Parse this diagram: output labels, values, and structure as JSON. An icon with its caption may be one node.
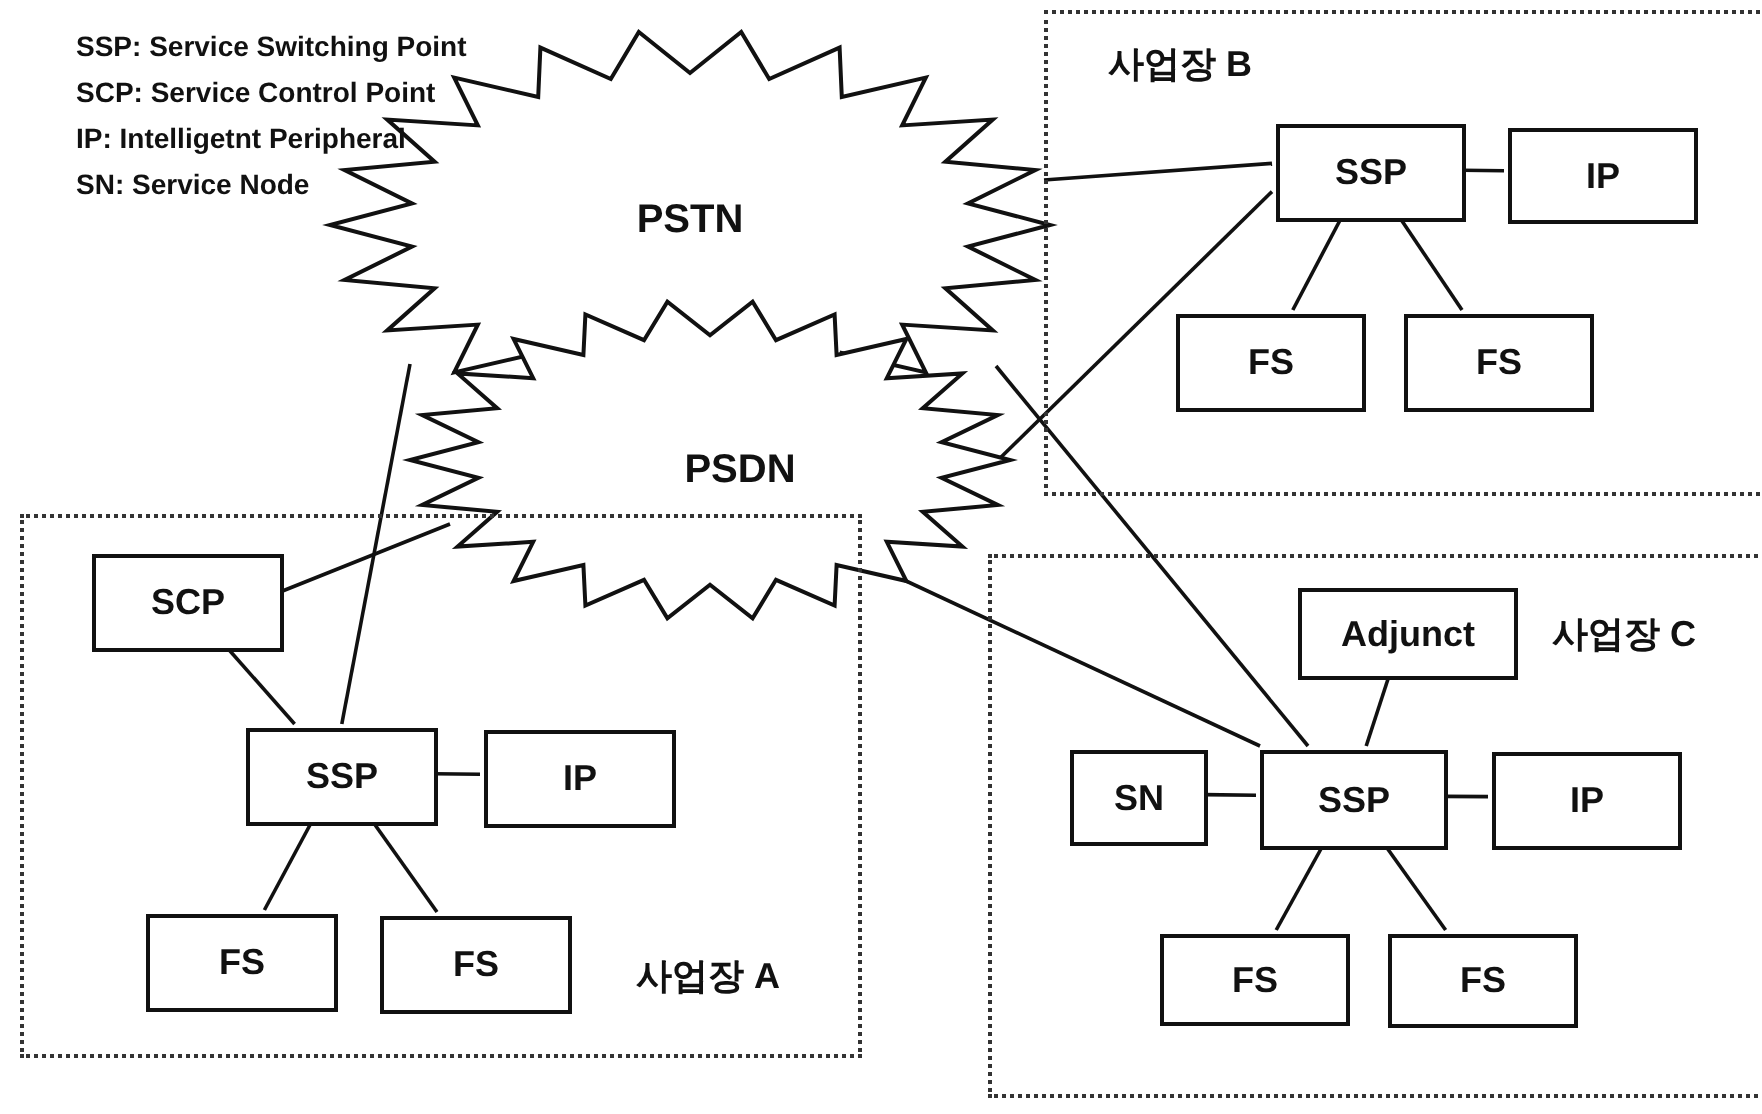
{
  "diagram": {
    "nodes": [
      {
        "text": [
          "PSTN"
        ]
      },
      {
        "text": [
          "PSDN"
        ]
      },
      {
        "text": [
          "사업장 B"
        ]
      },
      {
        "text": [
          "SSP"
        ],
        "in": 2
      },
      {
        "text": [
          "IP"
        ],
        "in": 2
      },
      {
        "text": [
          "FS"
        ],
        "in": 2
      },
      {
        "text": [
          "FS"
        ],
        "in": 2
      },
      {
        "text": [
          "사업장 A"
        ]
      },
      {
        "text": [
          "SCP"
        ],
        "in": 7
      },
      {
        "text": [
          "SSP"
        ],
        "in": 7
      },
      {
        "text": [
          "IP"
        ],
        "in": 7
      },
      {
        "text": [
          "FS"
        ],
        "in": 7
      },
      {
        "text": [
          "FS"
        ],
        "in": 7
      },
      {
        "text": [
          "사업장 C"
        ]
      },
      {
        "text": [
          "Adjunct"
        ],
        "in": 13
      },
      {
        "text": [
          "SN"
        ],
        "in": 13
      },
      {
        "text": [
          "SSP"
        ],
        "in": 13
      },
      {
        "text": [
          "IP"
        ],
        "in": 13
      },
      {
        "text": [
          "FS"
        ],
        "in": 13
      },
      {
        "text": [
          "FS"
        ],
        "in": 13
      }
    ],
    "edges": [
      {
        "from": 0,
        "to": 9,
        "arrow": "none"
      },
      {
        "from": 1,
        "to": 8,
        "arrow": "none"
      },
      {
        "from": 0,
        "to": 3,
        "arrow": "none"
      },
      {
        "from": 1,
        "to": 3,
        "arrow": "none"
      },
      {
        "from": 0,
        "to": 16,
        "arrow": "none"
      },
      {
        "from": 1,
        "to": 16,
        "arrow": "none"
      },
      {
        "from": 3,
        "to": 4,
        "arrow": "none"
      },
      {
        "from": 3,
        "to": 5,
        "arrow": "none"
      },
      {
        "from": 3,
        "to": 6,
        "arrow": "none"
      },
      {
        "from": 8,
        "to": 9,
        "arrow": "none"
      },
      {
        "from": 9,
        "to": 10,
        "arrow": "none"
      },
      {
        "from": 9,
        "to": 11,
        "arrow": "none"
      },
      {
        "from": 9,
        "to": 12,
        "arrow": "none"
      },
      {
        "from": 14,
        "to": 16,
        "arrow": "none"
      },
      {
        "from": 15,
        "to": 16,
        "arrow": "none"
      },
      {
        "from": 16,
        "to": 17,
        "arrow": "none"
      },
      {
        "from": 16,
        "to": 18,
        "arrow": "none"
      },
      {
        "from": 16,
        "to": 19,
        "arrow": "none"
      }
    ],
    "labels": [
      "SSP: Service Switching Point",
      "SCP: Service Control Point",
      "IP: Intelligetnt Peripheral",
      "SN: Service Node"
    ]
  }
}
